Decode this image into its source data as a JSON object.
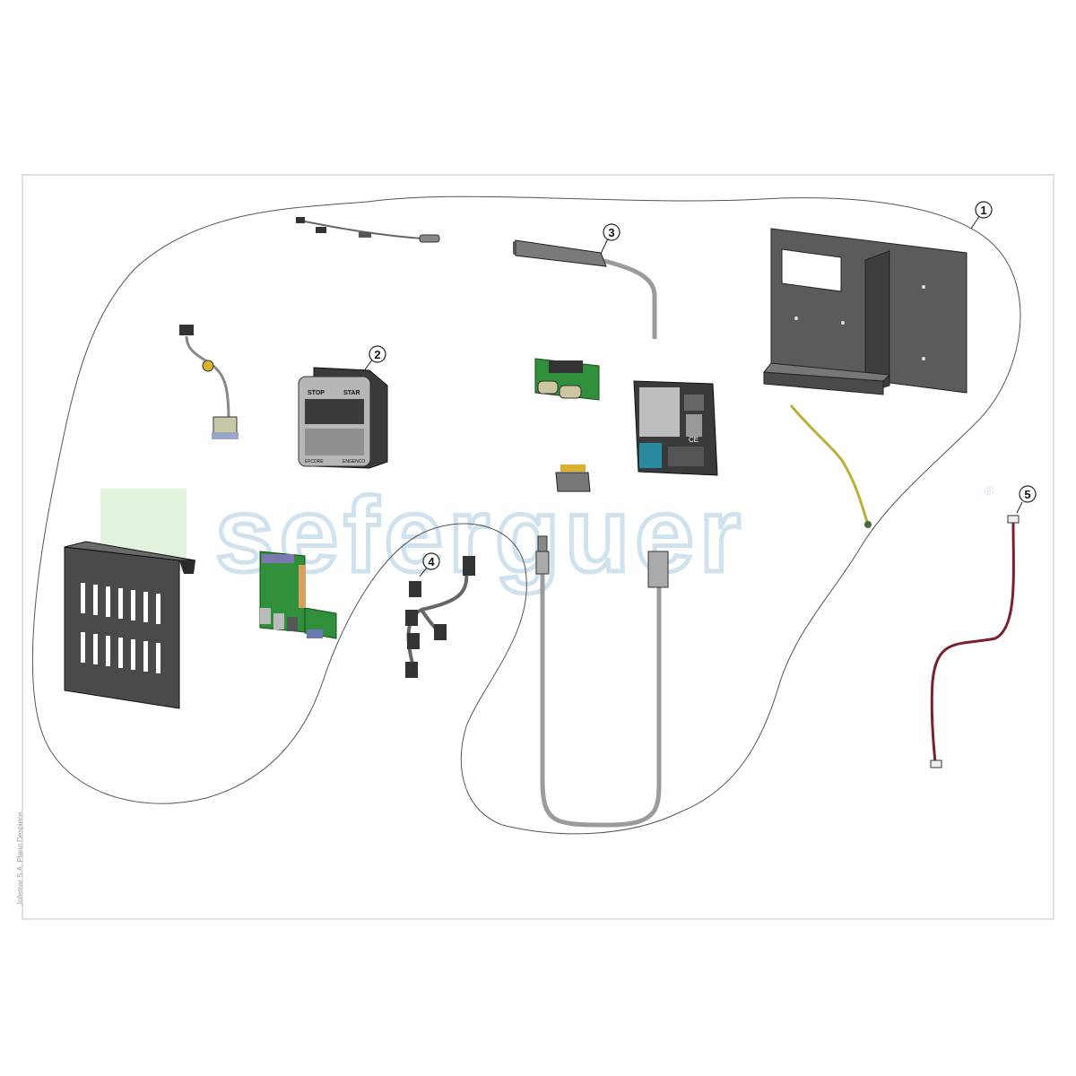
{
  "sheet": {
    "watermark": "seferguer",
    "watermark_mark": "®",
    "side_note": "Jofemar S.A. Plano Despiece"
  },
  "callouts": [
    {
      "number": "1"
    },
    {
      "number": "2"
    },
    {
      "number": "3"
    },
    {
      "number": "4"
    },
    {
      "number": "5"
    }
  ],
  "parts": {
    "control_unit": {
      "stop_label": "STOP",
      "start_label": "STAR",
      "left_footer": "EFCDRE",
      "right_footer": "ENGENCO"
    },
    "controller_module": {
      "ce_mark": "CE"
    }
  },
  "colors": {
    "metal_dark": "#4a4a4a",
    "metal_mid": "#6a6a6a",
    "pcb_green": "#2f8f3a",
    "cable_grey": "#9b9b9b",
    "cable_red": "#7a2030",
    "cable_yellow": "#b8b03a",
    "watermark_blue": "#dbe9f2",
    "watermark_green": "#e3f2dc"
  }
}
